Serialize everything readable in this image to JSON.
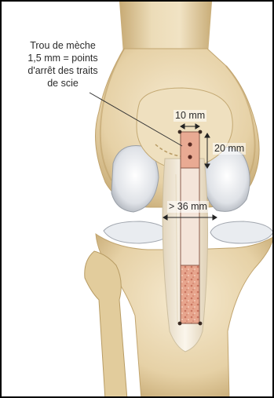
{
  "callout": {
    "lines": [
      "Trou de mèche",
      "1,5 mm = points",
      "d'arrêt des traits",
      "de scie"
    ]
  },
  "dimensions": {
    "width_top": "10 mm",
    "height_top": "20 mm",
    "width_mid": "> 36 mm"
  },
  "colors": {
    "bone": "#ead8b2",
    "bone_shadow": "#cdb37f",
    "cartilage": "#e4e6ea",
    "tendon": "#f2eadb",
    "graft_cut": "#e2a08a",
    "frame": "#000000"
  }
}
